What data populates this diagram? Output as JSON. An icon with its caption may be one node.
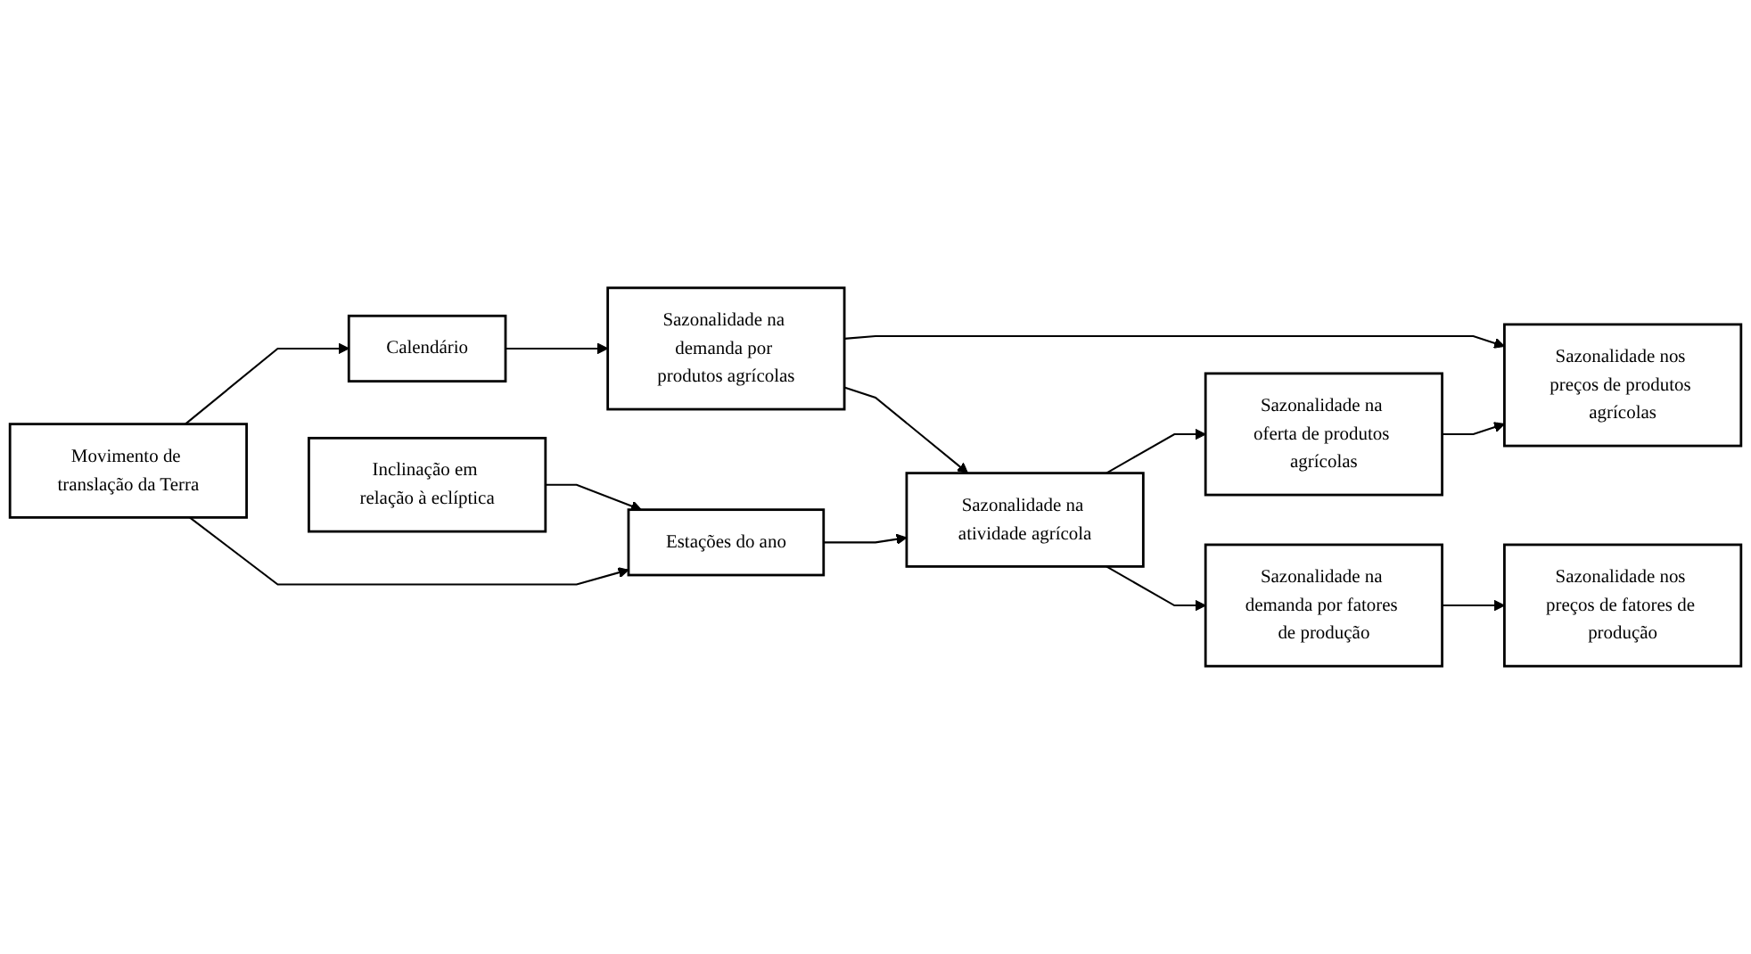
{
  "diagram": {
    "nodes": [
      {
        "text": [
          "Movimento de translação da Terra"
        ]
      },
      {
        "text": [
          "Calendário"
        ]
      },
      {
        "text": [
          "Sazonalidade na demanda por produtos agrícolas"
        ]
      },
      {
        "text": [
          "Inclinação em relação à eclíptica"
        ]
      },
      {
        "text": [
          "Estações do ano"
        ]
      },
      {
        "text": [
          "Sazonalidade na atividade agrícola"
        ]
      },
      {
        "text": [
          "Sazonalidade na oferta de produtos agrícolas"
        ]
      },
      {
        "text": [
          "Sazonalidade nos preços de produtos agrícolas"
        ]
      },
      {
        "text": [
          "Sazonalidade na demanda por fatores de produção"
        ]
      },
      {
        "text": [
          "Sazonalidade nos preços de fatores de produção"
        ]
      }
    ],
    "edges": [
      {
        "from": 0,
        "to": 1,
        "arrow": "to"
      },
      {
        "from": 1,
        "to": 2,
        "arrow": "to"
      },
      {
        "from": 0,
        "to": 4,
        "arrow": "to"
      },
      {
        "from": 3,
        "to": 4,
        "arrow": "to"
      },
      {
        "from": 4,
        "to": 5,
        "arrow": "to"
      },
      {
        "from": 2,
        "to": 5,
        "arrow": "to"
      },
      {
        "from": 5,
        "to": 6,
        "arrow": "to"
      },
      {
        "from": 6,
        "to": 7,
        "arrow": "to"
      },
      {
        "from": 2,
        "to": 7,
        "arrow": "to"
      },
      {
        "from": 5,
        "to": 8,
        "arrow": "to"
      },
      {
        "from": 8,
        "to": 9,
        "arrow": "to"
      }
    ]
  }
}
